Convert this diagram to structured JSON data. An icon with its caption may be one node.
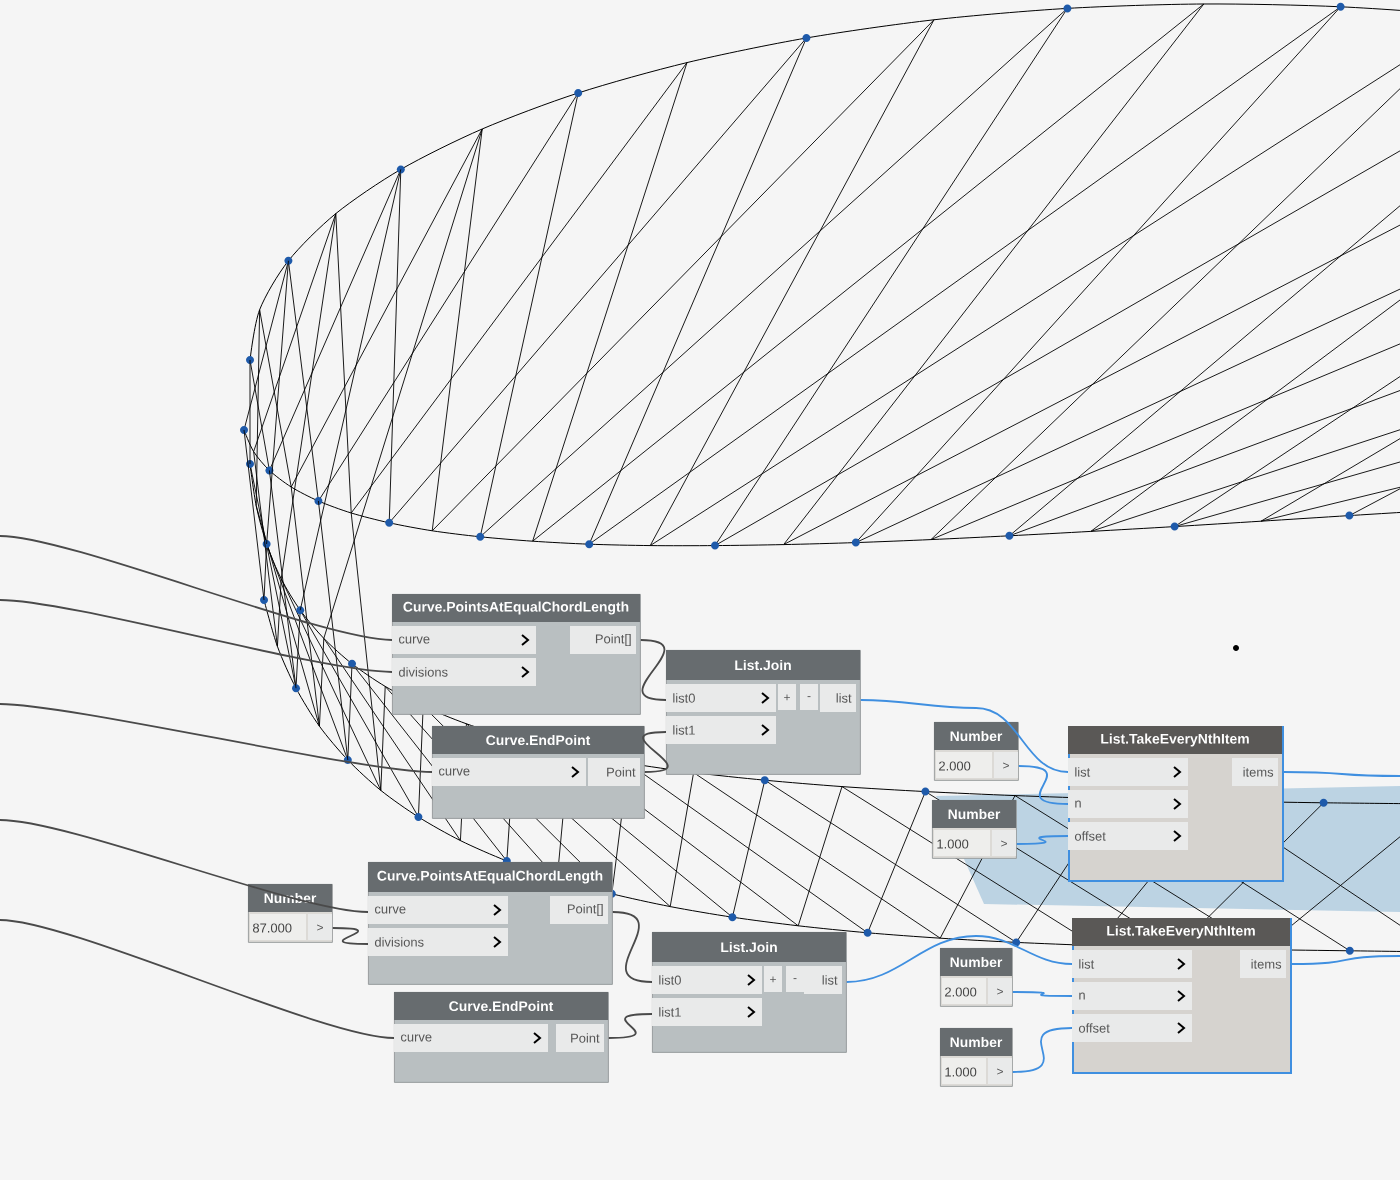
{
  "diagram": {
    "nodes": [
      {
        "text": [
          "Curve.PointsAtEqualChordLength",
          "curve",
          "divisions",
          "Point[]"
        ]
      },
      {
        "text": [
          "Curve.EndPoint",
          "curve",
          "Point"
        ]
      },
      {
        "text": [
          "List.Join",
          "list0",
          "list1",
          "+",
          "-",
          "list"
        ]
      },
      {
        "text": [
          "Number",
          "2.000",
          ">"
        ]
      },
      {
        "text": [
          "Number",
          "1.000",
          ">"
        ]
      },
      {
        "text": [
          "List.TakeEveryNthItem",
          "list",
          "n",
          "offset",
          "items"
        ]
      },
      {
        "text": [
          "Number",
          "87.000",
          ">"
        ]
      },
      {
        "text": [
          "Curve.PointsAtEqualChordLength",
          "curve",
          "divisions",
          "Point[]"
        ]
      },
      {
        "text": [
          "Curve.EndPoint",
          "curve",
          "Point"
        ]
      },
      {
        "text": [
          "List.Join",
          "list0",
          "list1",
          "+",
          "-",
          "list"
        ]
      },
      {
        "text": [
          "Number",
          "2.000",
          ">"
        ]
      },
      {
        "text": [
          "Number",
          "1.000",
          ">"
        ]
      },
      {
        "text": [
          "List.TakeEveryNthItem",
          "list",
          "n",
          "offset",
          "items"
        ]
      }
    ],
    "edges": [
      {
        "from": null,
        "to": 0,
        "arrow": "none"
      },
      {
        "from": null,
        "to": 0,
        "arrow": "none"
      },
      {
        "from": null,
        "to": 1,
        "arrow": "none"
      },
      {
        "from": 0,
        "to": 2,
        "arrow": "none"
      },
      {
        "from": 1,
        "to": 2,
        "arrow": "none"
      },
      {
        "from": 2,
        "to": 5,
        "arrow": "none",
        "color": "#3f8fe0"
      },
      {
        "from": 3,
        "to": 5,
        "arrow": "none",
        "color": "#3f8fe0"
      },
      {
        "from": 4,
        "to": 5,
        "arrow": "none",
        "color": "#3f8fe0"
      },
      {
        "from": 5,
        "to": null,
        "arrow": "none",
        "color": "#3f8fe0"
      },
      {
        "from": null,
        "to": 7,
        "arrow": "none"
      },
      {
        "from": 6,
        "to": 7,
        "arrow": "none"
      },
      {
        "from": null,
        "to": 8,
        "arrow": "none"
      },
      {
        "from": 7,
        "to": 9,
        "arrow": "none"
      },
      {
        "from": 8,
        "to": 9,
        "arrow": "none"
      },
      {
        "from": 9,
        "to": 12,
        "arrow": "none",
        "color": "#3f8fe0"
      },
      {
        "from": 10,
        "to": 12,
        "arrow": "none",
        "color": "#3f8fe0"
      },
      {
        "from": 11,
        "to": 12,
        "arrow": "none",
        "color": "#3f8fe0"
      },
      {
        "from": 12,
        "to": null,
        "arrow": "none",
        "color": "#3f8fe0"
      }
    ]
  }
}
